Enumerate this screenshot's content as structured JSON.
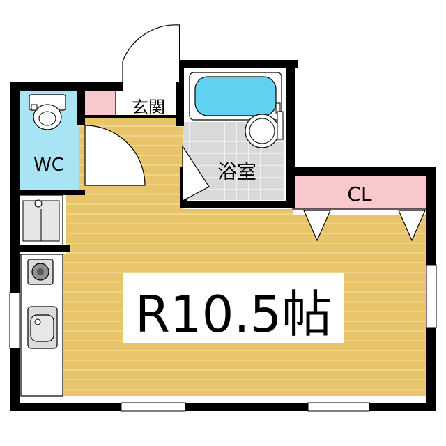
{
  "rooms": {
    "entrance": "玄関",
    "toilet": "WC",
    "bath": "浴室",
    "closet": "CL",
    "main": "R10.5帖"
  },
  "colors": {
    "floor": "#e8c46a",
    "floor_line": "#f4dc99",
    "toilet": "#a9e4f5",
    "tile": "#d9d9d9",
    "tile_line": "#ffffff",
    "closet": "#f8c8cc",
    "wall": "#000000",
    "tub": "#5ed2f0"
  }
}
